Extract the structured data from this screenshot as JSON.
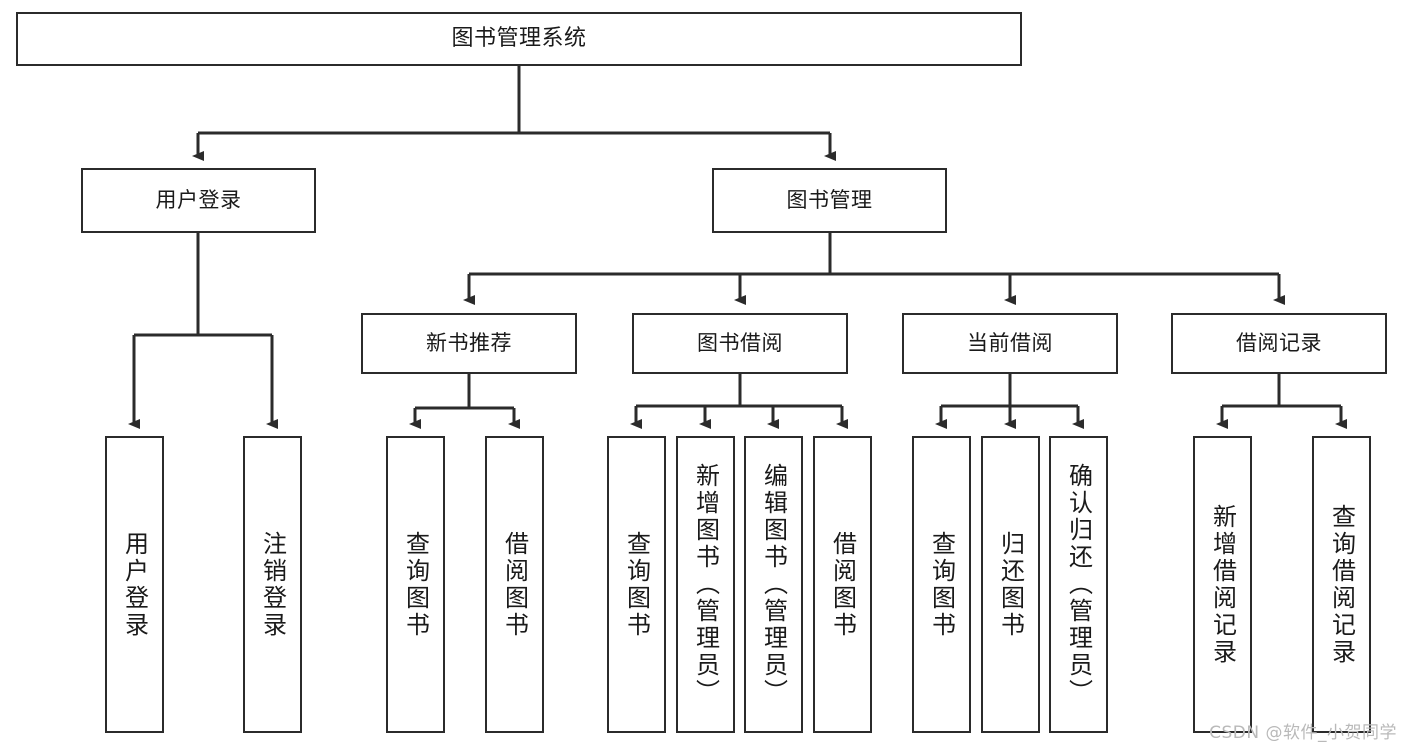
{
  "diagram": {
    "title": "图书管理系统",
    "watermark": "CSDN @软件_小贺同学",
    "root": {
      "label": "图书管理系统"
    },
    "level2": [
      {
        "label": "用户登录"
      },
      {
        "label": "图书管理"
      }
    ],
    "level3": [
      {
        "label": "新书推荐"
      },
      {
        "label": "图书借阅"
      },
      {
        "label": "当前借阅"
      },
      {
        "label": "借阅记录"
      }
    ],
    "leaves": {
      "user_login": [
        {
          "label": "用户登录"
        },
        {
          "label": "注销登录"
        }
      ],
      "new_book": [
        {
          "label": "查询图书"
        },
        {
          "label": "借阅图书"
        }
      ],
      "book_borrow": [
        {
          "label": "查询图书"
        },
        {
          "label": "新增图书（管理员）"
        },
        {
          "label": "编辑图书（管理员）"
        },
        {
          "label": "借阅图书"
        }
      ],
      "current_borrow": [
        {
          "label": "查询图书"
        },
        {
          "label": "归还图书"
        },
        {
          "label": "确认归还（管理员）"
        }
      ],
      "borrow_record": [
        {
          "label": "新增借阅记录"
        },
        {
          "label": "查询借阅记录"
        }
      ]
    }
  },
  "colors": {
    "stroke": "#2b2b2b",
    "fill": "#ffffff",
    "text": "#1a1a1a",
    "watermark": "#b9b9b9"
  }
}
